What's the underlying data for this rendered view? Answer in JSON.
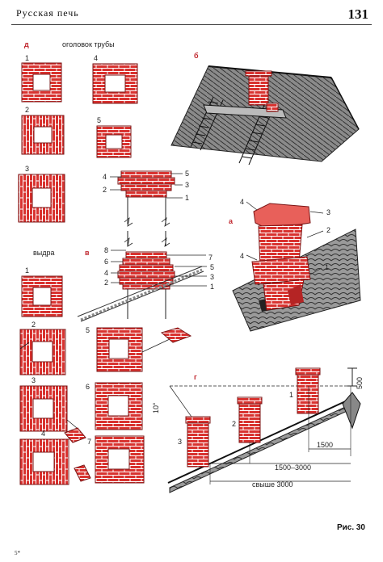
{
  "header": {
    "title": "Русская печь",
    "page_number": "131"
  },
  "sections": {
    "d": {
      "letter": "д",
      "title": "оголовок трубы",
      "rows": [
        "1",
        "2",
        "3",
        "4",
        "5"
      ]
    },
    "v": {
      "letter": "в",
      "title": "выдра",
      "rows": [
        "1",
        "2",
        "3",
        "4",
        "5",
        "6",
        "7"
      ]
    },
    "b": {
      "letter": "б"
    },
    "a": {
      "letter": "а",
      "callouts": [
        "1",
        "2",
        "3",
        "4",
        "4"
      ]
    },
    "g": {
      "letter": "г",
      "numbers": [
        "1",
        "2",
        "3"
      ]
    }
  },
  "head_callouts": {
    "left": [
      "4",
      "2"
    ],
    "right": [
      "5",
      "3",
      "1"
    ]
  },
  "otter_callouts": {
    "left": [
      "8",
      "6",
      "4",
      "2"
    ],
    "right": [
      "7",
      "5",
      "3",
      "1"
    ]
  },
  "dims": {
    "d1500": "1500",
    "d1500_3000": "1500–3000",
    "above3000": "свыше 3000",
    "d500": "500",
    "angle": "10°"
  },
  "caption": "Рис. 30",
  "footnote": "5*",
  "colors": {
    "brick": "#d8322f",
    "mortar": "#ffffff",
    "outline": "#7a1414",
    "roof": "#555555"
  }
}
